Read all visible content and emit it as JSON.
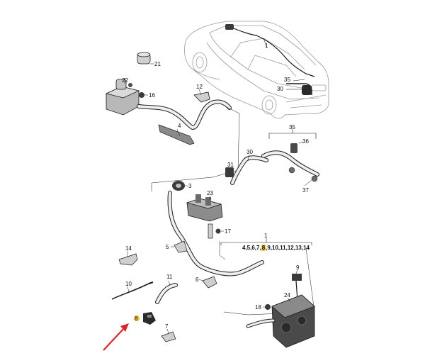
{
  "labels": {
    "n1_car": "1",
    "n35_car": "35",
    "n30_car": "30",
    "n21": "21",
    "n22": "22",
    "n16": "16",
    "n12": "12",
    "n4": "4",
    "n35_group": "35",
    "n36": "36",
    "n30_hose": "30",
    "n31": "31",
    "n37": "37",
    "n3": "3",
    "n23": "23",
    "n17": "17",
    "n1_group": "1",
    "n5": "5",
    "n14": "14",
    "n9": "9",
    "n11": "11",
    "n6": "6",
    "n10": "10",
    "n8": "8",
    "n24": "24",
    "n18": "18",
    "n7": "7"
  },
  "group_list": {
    "part1": "4,5,6,7,",
    "highlight": "8",
    "part2": ",9,10,11,12,13,14"
  },
  "colors": {
    "line": "#1a1a1a",
    "part_fill": "#cfcfcf",
    "part_dark": "#4a4a4a",
    "highlight": "#f0c23a",
    "arrow": "#d9252b"
  }
}
